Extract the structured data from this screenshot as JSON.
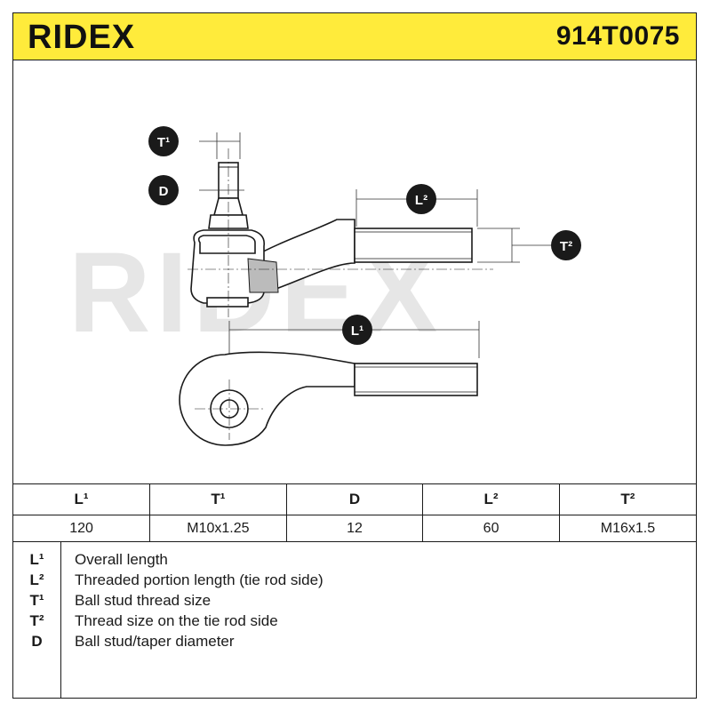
{
  "header": {
    "brand": "RIDEX",
    "part_number": "914T0075"
  },
  "watermark": "RIDEX",
  "diagram_labels": {
    "t1": "T¹",
    "d": "D",
    "l2": "L²",
    "t2": "T²",
    "l1": "L¹"
  },
  "specs": {
    "headers": [
      "L¹",
      "T¹",
      "D",
      "L²",
      "T²"
    ],
    "values": [
      "120",
      "M10x1.25",
      "12",
      "60",
      "M16x1.5"
    ]
  },
  "legend": [
    {
      "key": "L¹",
      "desc": "Overall length"
    },
    {
      "key": "L²",
      "desc": "Threaded portion length (tie rod side)"
    },
    {
      "key": "T¹",
      "desc": "Ball stud thread size"
    },
    {
      "key": "T²",
      "desc": "Thread size on the tie rod side"
    },
    {
      "key": "D",
      "desc": "Ball stud/taper diameter"
    }
  ],
  "colors": {
    "header_bg": "#ffeb3b",
    "badge_bg": "#1a1a1a",
    "badge_text": "#ffffff",
    "watermark": "#e6e6e6"
  }
}
